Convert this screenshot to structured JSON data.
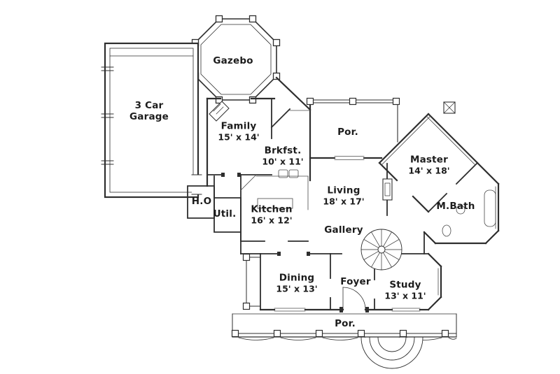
{
  "plan": {
    "background": "#ffffff",
    "line_color": "#2e2e2e",
    "label_color": "#1c1c1c"
  },
  "rooms": [
    {
      "id": "gazebo",
      "label": "Gazebo",
      "dims": ""
    },
    {
      "id": "garage",
      "label": "3 Car Garage",
      "dims": ""
    },
    {
      "id": "family",
      "label": "Family",
      "dims": "15' x 14'"
    },
    {
      "id": "porch-top",
      "label": "Por.",
      "dims": ""
    },
    {
      "id": "breakfast",
      "label": "Brkfst.",
      "dims": "10' x 11'"
    },
    {
      "id": "master",
      "label": "Master",
      "dims": "14' x 18'"
    },
    {
      "id": "living",
      "label": "Living",
      "dims": "18' x 17'"
    },
    {
      "id": "master-bath",
      "label": "M.Bath",
      "dims": ""
    },
    {
      "id": "home-office",
      "label": "H.O",
      "dims": ""
    },
    {
      "id": "utility",
      "label": "Util.",
      "dims": ""
    },
    {
      "id": "kitchen",
      "label": "Kitchen",
      "dims": "16' x 12'"
    },
    {
      "id": "gallery",
      "label": "Gallery",
      "dims": ""
    },
    {
      "id": "dining",
      "label": "Dining",
      "dims": "15' x 13'"
    },
    {
      "id": "foyer",
      "label": "Foyer",
      "dims": ""
    },
    {
      "id": "study",
      "label": "Study",
      "dims": "13' x 11'"
    },
    {
      "id": "porch-front",
      "label": "Por.",
      "dims": ""
    }
  ]
}
